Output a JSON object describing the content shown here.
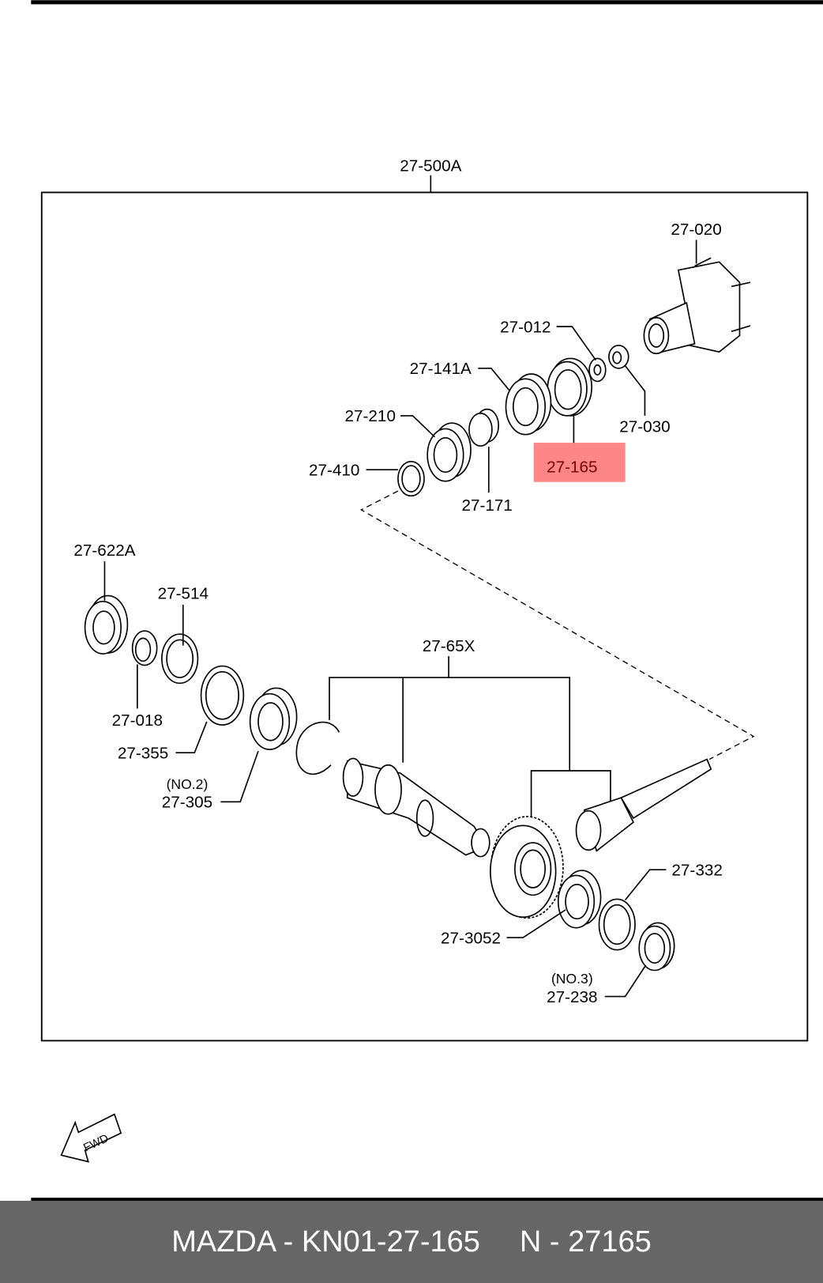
{
  "diagram": {
    "assembly_label": "27-500A",
    "highlight_color": "#ff8080",
    "highlighted_part": "27-165",
    "parts": {
      "p020": "27-020",
      "p012": "27-012",
      "p141a": "27-141A",
      "p210": "27-210",
      "p165": "27-165",
      "p030": "27-030",
      "p410": "27-410",
      "p171": "27-171",
      "p622a": "27-622A",
      "p514": "27-514",
      "p018": "27-018",
      "p355": "27-355",
      "p305_note": "(NO.2)",
      "p305": "27-305",
      "p65x": "27-65X",
      "p3052": "27-3052",
      "p332": "27-332",
      "p238_note": "(NO.3)",
      "p238": "27-238"
    },
    "direction_label": "FWD"
  },
  "footer": {
    "part_number": "MAZDA - KN01-27-165",
    "catalog_number": "N - 27165"
  }
}
